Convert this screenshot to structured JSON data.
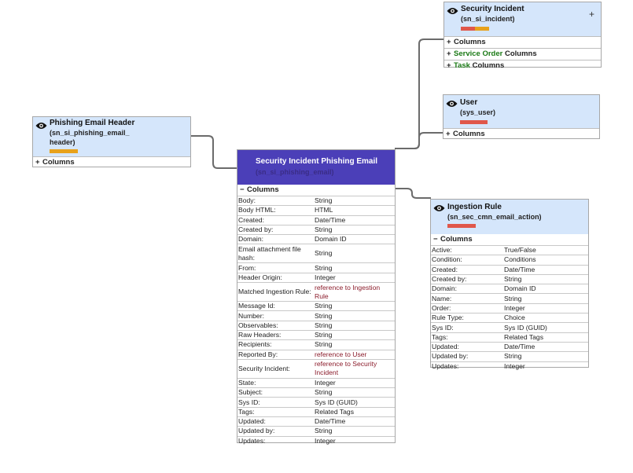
{
  "columns_label": "Columns",
  "icon": "eye-icon",
  "colors": {
    "header_bg": "#d5e6fb",
    "primary_header_bg": "#4b3fb8",
    "reference_text": "#8b1c2b",
    "group_highlight": "#1b7a16",
    "bar_red": "#e0574a",
    "bar_orange": "#e8a21b"
  },
  "tables": {
    "security_incident": {
      "title": "Security Incident",
      "name": "(sn_si_incident)",
      "expand_symbol": "+",
      "groups": [
        {
          "sign": "+",
          "prefix": "",
          "label": "Columns"
        },
        {
          "sign": "+",
          "prefix": "Service Order",
          "label": "Columns"
        },
        {
          "sign": "+",
          "prefix": "Task",
          "label": "Columns"
        }
      ]
    },
    "user": {
      "title": "User",
      "name": "(sys_user)",
      "groups": [
        {
          "sign": "+",
          "prefix": "",
          "label": "Columns"
        }
      ]
    },
    "phishing_email_header": {
      "title": "Phishing Email Header",
      "name_line1": "(sn_si_phishing_email_",
      "name_line2": "header)",
      "groups": [
        {
          "sign": "+",
          "prefix": "",
          "label": "Columns"
        }
      ]
    },
    "phishing_email": {
      "title": "Security Incident Phishing Email",
      "name": "(sn_si_phishing_email)",
      "group": {
        "sign": "−",
        "label": "Columns"
      },
      "fields": [
        {
          "name": "Body:",
          "type": "String"
        },
        {
          "name": "Body HTML:",
          "type": "HTML"
        },
        {
          "name": "Created:",
          "type": "Date/Time"
        },
        {
          "name": "Created by:",
          "type": "String"
        },
        {
          "name": "Domain:",
          "type": "Domain ID"
        },
        {
          "name": "Email attachment file hash:",
          "type": "String"
        },
        {
          "name": "From:",
          "type": "String"
        },
        {
          "name": "Header Origin:",
          "type": "Integer"
        },
        {
          "name": "Matched Ingestion Rule:",
          "type": "reference to Ingestion Rule",
          "ref": true
        },
        {
          "name": "Message Id:",
          "type": "String"
        },
        {
          "name": "Number:",
          "type": "String"
        },
        {
          "name": "Observables:",
          "type": "String"
        },
        {
          "name": "Raw Headers:",
          "type": "String"
        },
        {
          "name": "Recipients:",
          "type": "String"
        },
        {
          "name": "Reported By:",
          "type": "reference to User",
          "ref": true
        },
        {
          "name": "Security Incident:",
          "type": "reference to Security Incident",
          "ref": true
        },
        {
          "name": "State:",
          "type": "Integer"
        },
        {
          "name": "Subject:",
          "type": "String"
        },
        {
          "name": "Sys ID:",
          "type": "Sys ID (GUID)"
        },
        {
          "name": "Tags:",
          "type": "Related Tags"
        },
        {
          "name": "Updated:",
          "type": "Date/Time"
        },
        {
          "name": "Updated by:",
          "type": "String"
        },
        {
          "name": "Updates:",
          "type": "Integer"
        }
      ]
    },
    "ingestion_rule": {
      "title": "Ingestion Rule",
      "name": "(sn_sec_cmn_email_action)",
      "group": {
        "sign": "−",
        "label": "Columns"
      },
      "fields": [
        {
          "name": "Active:",
          "type": "True/False"
        },
        {
          "name": "Condition:",
          "type": "Conditions"
        },
        {
          "name": "Created:",
          "type": "Date/Time"
        },
        {
          "name": "Created by:",
          "type": "String"
        },
        {
          "name": "Domain:",
          "type": "Domain ID"
        },
        {
          "name": "Name:",
          "type": "String"
        },
        {
          "name": "Order:",
          "type": "Integer"
        },
        {
          "name": "Rule Type:",
          "type": "Choice"
        },
        {
          "name": "Sys ID:",
          "type": "Sys ID (GUID)"
        },
        {
          "name": "Tags:",
          "type": "Related Tags"
        },
        {
          "name": "Updated:",
          "type": "Date/Time"
        },
        {
          "name": "Updated by:",
          "type": "String"
        },
        {
          "name": "Updates:",
          "type": "Integer"
        }
      ]
    }
  }
}
